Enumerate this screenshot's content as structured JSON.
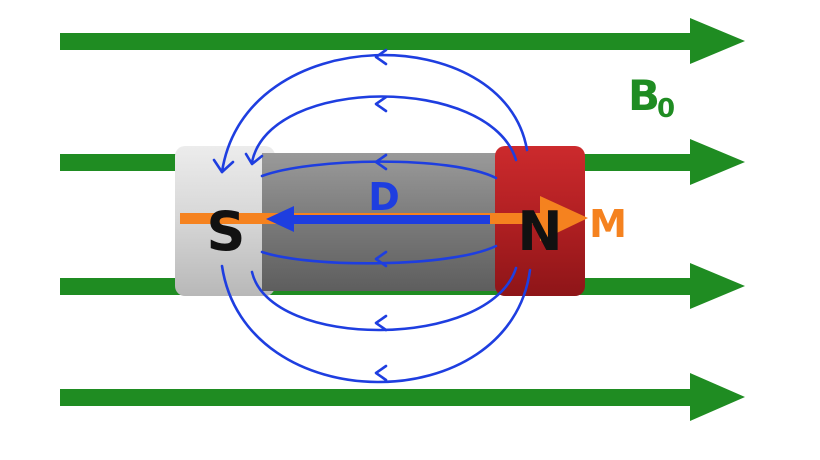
{
  "labels": {
    "field": "B",
    "field_subscript": "0",
    "south_pole": "S",
    "north_pole": "N",
    "demagnetizing_field": "D",
    "magnetization": "M"
  },
  "colors": {
    "field_arrows": "#1f8c22",
    "field_lines": "#1e3ee0",
    "magnetization": "#f5821f",
    "south_pole": "#d8d8d8",
    "body": "#7c7c7c",
    "north_pole": "#b31f22",
    "pole_letters": "#111111"
  }
}
